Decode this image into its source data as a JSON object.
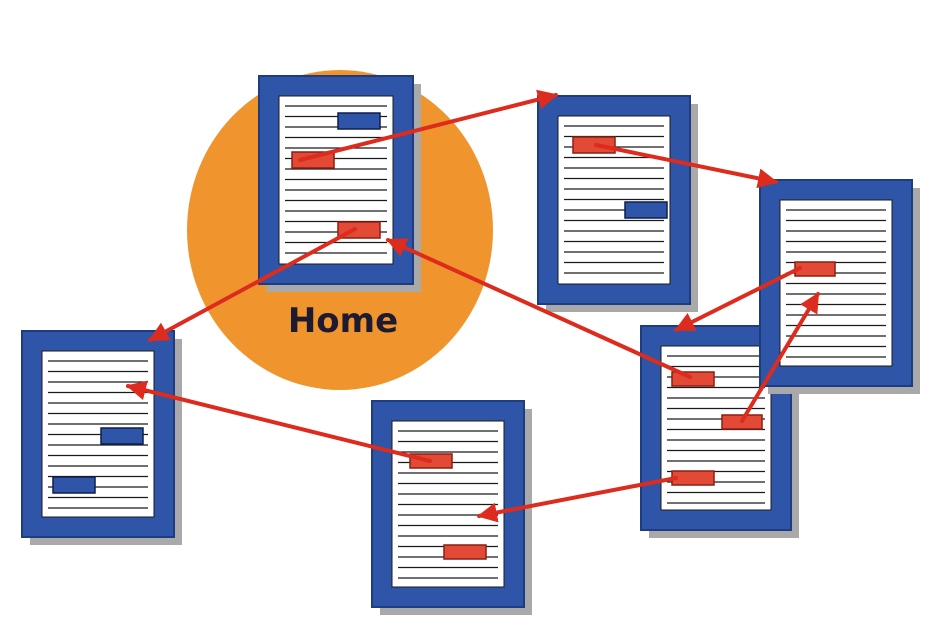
{
  "title": "",
  "home": {
    "label": "Home",
    "bubble_color": "#F0952E"
  },
  "colors": {
    "frame": "#2F55A8",
    "frame_dark": "#1E3C82",
    "shadow": "#A9A9A9",
    "page": "#FFFFFF",
    "line": "#1A1A1A",
    "link_red": "#E24A35",
    "link_blue": "#2F55A8",
    "arrow": "#DD2B1E",
    "label_text": "#1E1A30"
  },
  "pages": [
    {
      "id": "home-page"
    },
    {
      "id": "top-page"
    },
    {
      "id": "right-page"
    },
    {
      "id": "left-page"
    },
    {
      "id": "middle-right-page"
    },
    {
      "id": "bottom-page"
    }
  ]
}
